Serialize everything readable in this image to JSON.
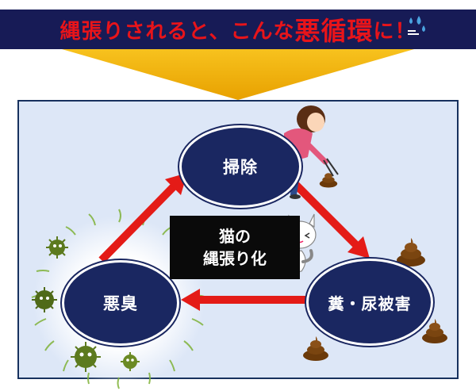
{
  "banner": {
    "title_prefix": "縄張りされると、こんな",
    "title_emphasis": "悪循環",
    "title_suffix": "に！"
  },
  "nodes": {
    "cleaning": "掃除",
    "waste_damage": "糞・尿被害",
    "odor": "悪臭"
  },
  "center": {
    "line1": "猫の",
    "line2": "縄張り化"
  },
  "colors": {
    "banner_bg": "#171b56",
    "banner_text": "#e8141a",
    "arrow_gold": "#f2b100",
    "panel_bg": "#dde7f7",
    "node_fill": "#1a2761",
    "cycle_arrow": "#e41b17",
    "germ_green": "#5c7a1e"
  },
  "icons": [
    "sweat-drops-icon",
    "woman-cleaning-figure",
    "cat-icon",
    "poop-icon",
    "germ-icon"
  ]
}
